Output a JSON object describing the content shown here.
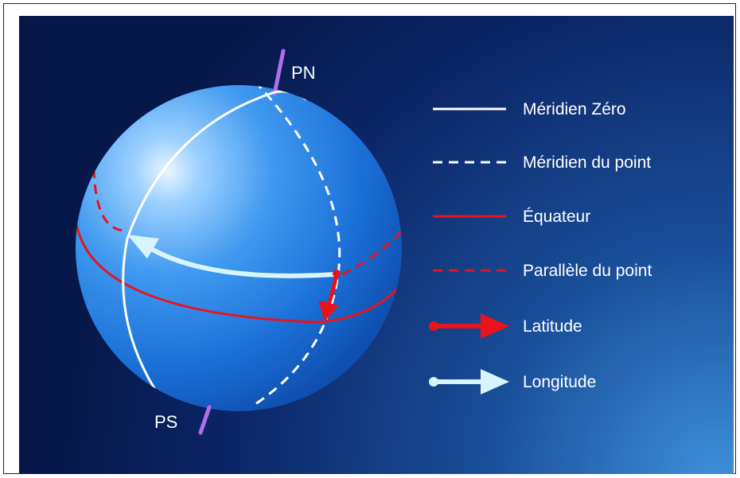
{
  "diagram": {
    "poles": {
      "north": "PN",
      "south": "PS"
    },
    "legend": [
      {
        "label": "Méridien Zéro",
        "style": "solid",
        "color": "#ffffff"
      },
      {
        "label": "Méridien du point",
        "style": "dashed",
        "color": "#ffffff"
      },
      {
        "label": "Équateur",
        "style": "solid",
        "color": "#e8141c"
      },
      {
        "label": "Parallèle du point",
        "style": "dashed",
        "color": "#e8141c"
      },
      {
        "label": "Latitude",
        "style": "arrow",
        "color": "#e8141c"
      },
      {
        "label": "Longitude",
        "style": "arrow",
        "color": "#d8f4ff"
      }
    ],
    "colors": {
      "background_dark": "#06184a",
      "background_light": "#2f7fc8",
      "globe": "#1f7de3",
      "axis": "#b06ee8"
    }
  }
}
